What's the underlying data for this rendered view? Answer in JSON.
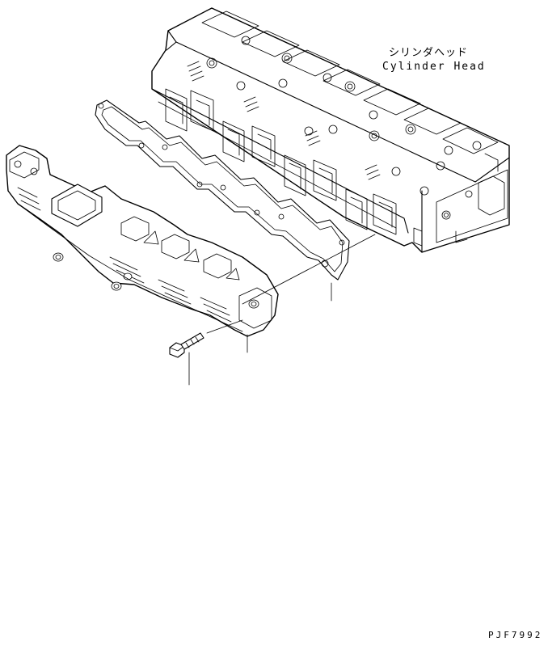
{
  "callout": {
    "label_jp": "シリンダヘッド",
    "label_en": "Cylinder Head"
  },
  "drawing_code": "PJF7992",
  "colors": {
    "line": "#000000",
    "background": "#ffffff"
  }
}
